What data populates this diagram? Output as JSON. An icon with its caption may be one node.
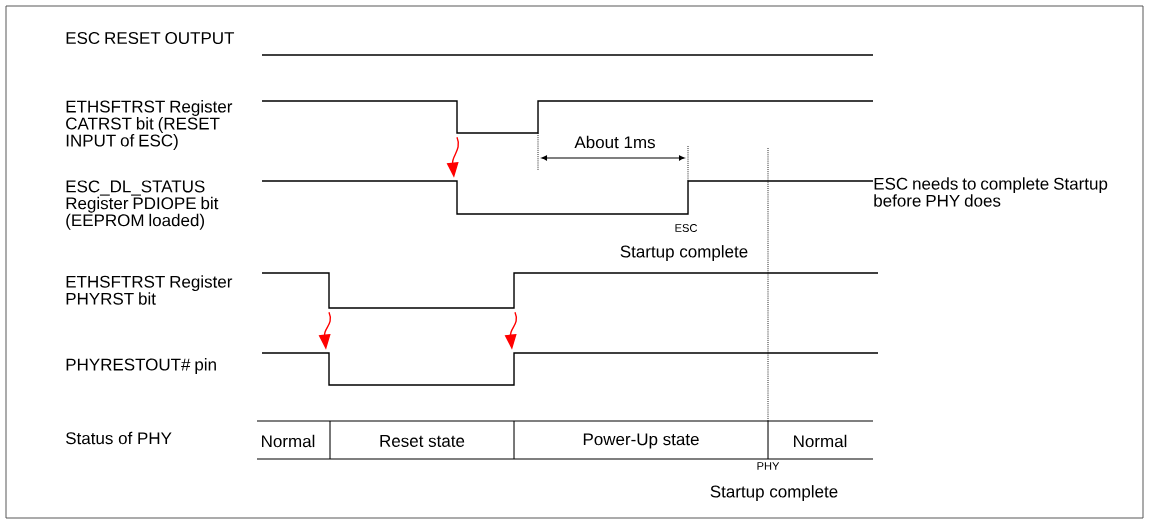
{
  "diagram": {
    "nodes": [
      {
        "text": [],
        "shape": "picture",
        "beside": [
          "ESC RESET OUTPUT"
        ]
      },
      {
        "text": [],
        "shape": "picture",
        "beside": [
          "ETHSFTRST Register CATRST bit (RESET INPUT of ESC)"
        ]
      },
      {
        "text": [],
        "shape": "picture",
        "beside": [
          "ESC_DL_STATUS Register PDIOPE bit (EEPROM loaded)"
        ]
      },
      {
        "text": [],
        "shape": "picture",
        "beside": [
          "ETHSFTRST Register PHYRST bit"
        ]
      },
      {
        "text": [],
        "shape": "picture",
        "beside": [
          "PHYRESTOUT# pin"
        ]
      }
    ],
    "edges": [
      {
        "from": 1,
        "to": 2,
        "arrow": "to"
      },
      {
        "from": 3,
        "to": 4,
        "arrow": "to"
      },
      {
        "from": 3,
        "to": 4,
        "arrow": "to"
      }
    ],
    "labels": [
      "About 1ms",
      "ESC needs to complete Startup before PHY does",
      "ESC",
      "Startup complete",
      "Status of PHY",
      "Normal",
      "Reset state",
      "Power-Up state",
      "Normal",
      "PHY",
      "Startup complete"
    ]
  }
}
